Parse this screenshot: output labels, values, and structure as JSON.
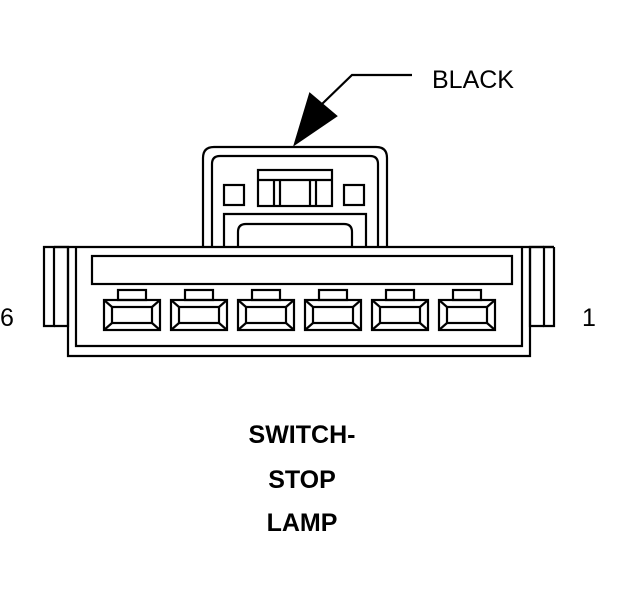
{
  "callout": {
    "color_label": "BLACK"
  },
  "pins": {
    "left_label": "6",
    "right_label": "1",
    "cavity_count": 6
  },
  "title": {
    "line1": "SWITCH-",
    "line2": "STOP",
    "line3": "LAMP"
  },
  "colors": {
    "line": "#000000",
    "background": "#ffffff"
  }
}
